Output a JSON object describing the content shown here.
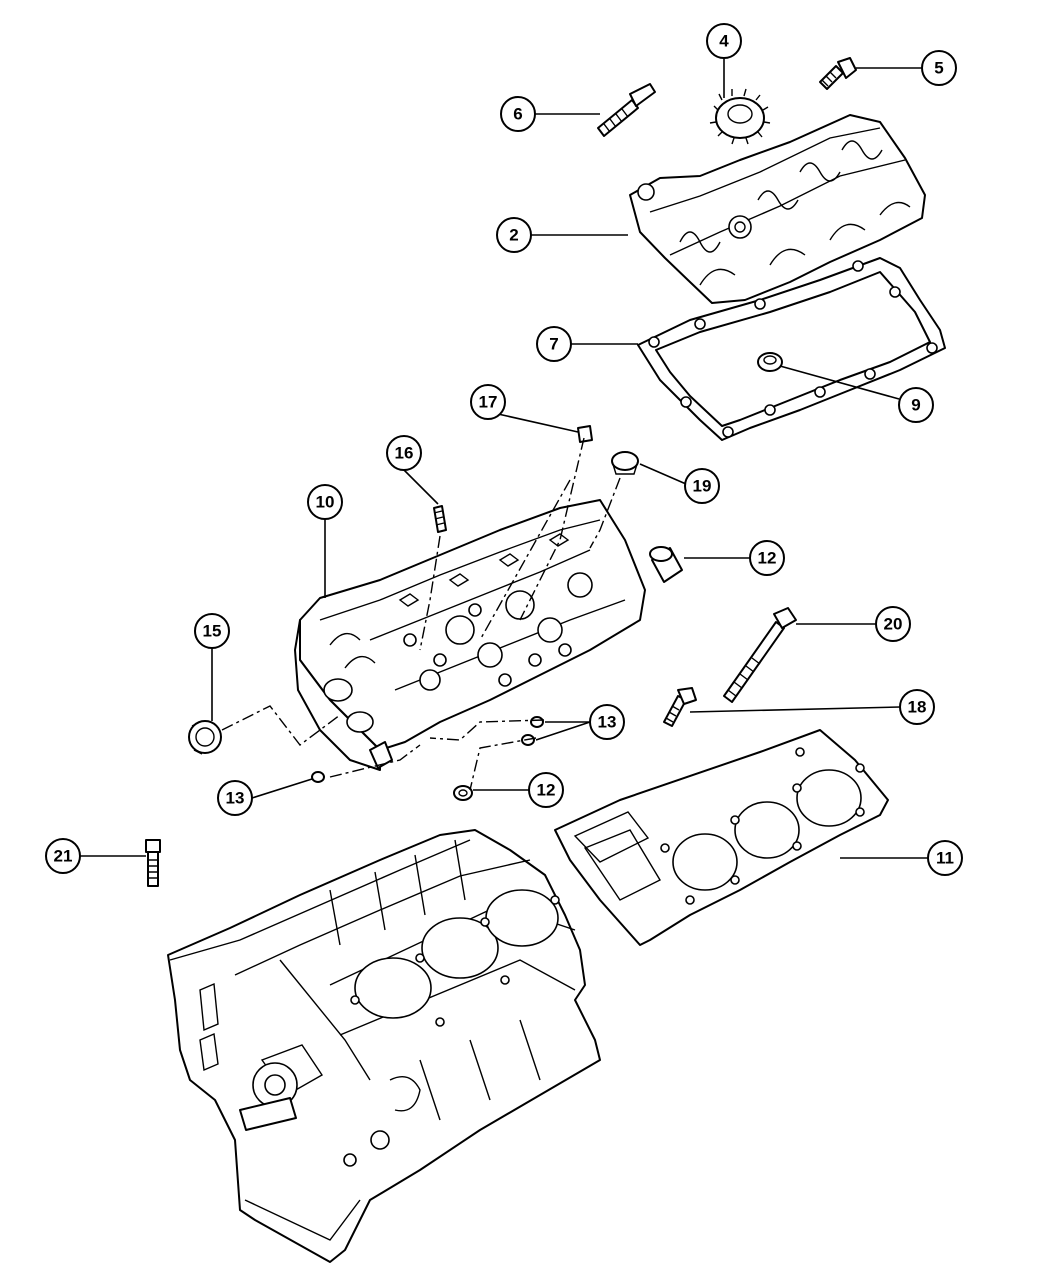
{
  "diagram": {
    "callouts": [
      {
        "label": "2"
      },
      {
        "label": "4"
      },
      {
        "label": "5"
      },
      {
        "label": "6"
      },
      {
        "label": "7"
      },
      {
        "label": "9"
      },
      {
        "label": "10"
      },
      {
        "label": "11"
      },
      {
        "label": "12"
      },
      {
        "label": "12"
      },
      {
        "label": "13"
      },
      {
        "label": "13"
      },
      {
        "label": "15"
      },
      {
        "label": "16"
      },
      {
        "label": "17"
      },
      {
        "label": "18"
      },
      {
        "label": "19"
      },
      {
        "label": "20"
      },
      {
        "label": "21"
      }
    ]
  }
}
